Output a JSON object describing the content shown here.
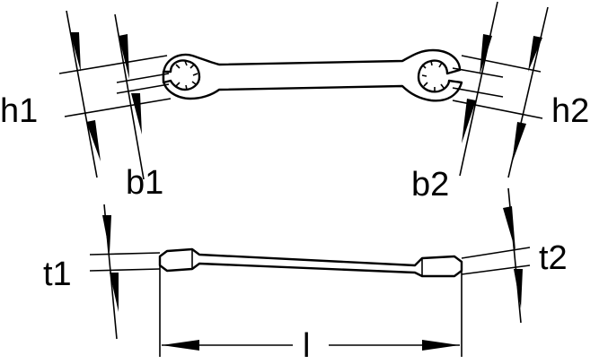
{
  "diagram": {
    "labels": {
      "h1": "h1",
      "b1": "b1",
      "h2": "h2",
      "b2": "b2",
      "t1": "t1",
      "t2": "t2",
      "l": "l"
    }
  }
}
